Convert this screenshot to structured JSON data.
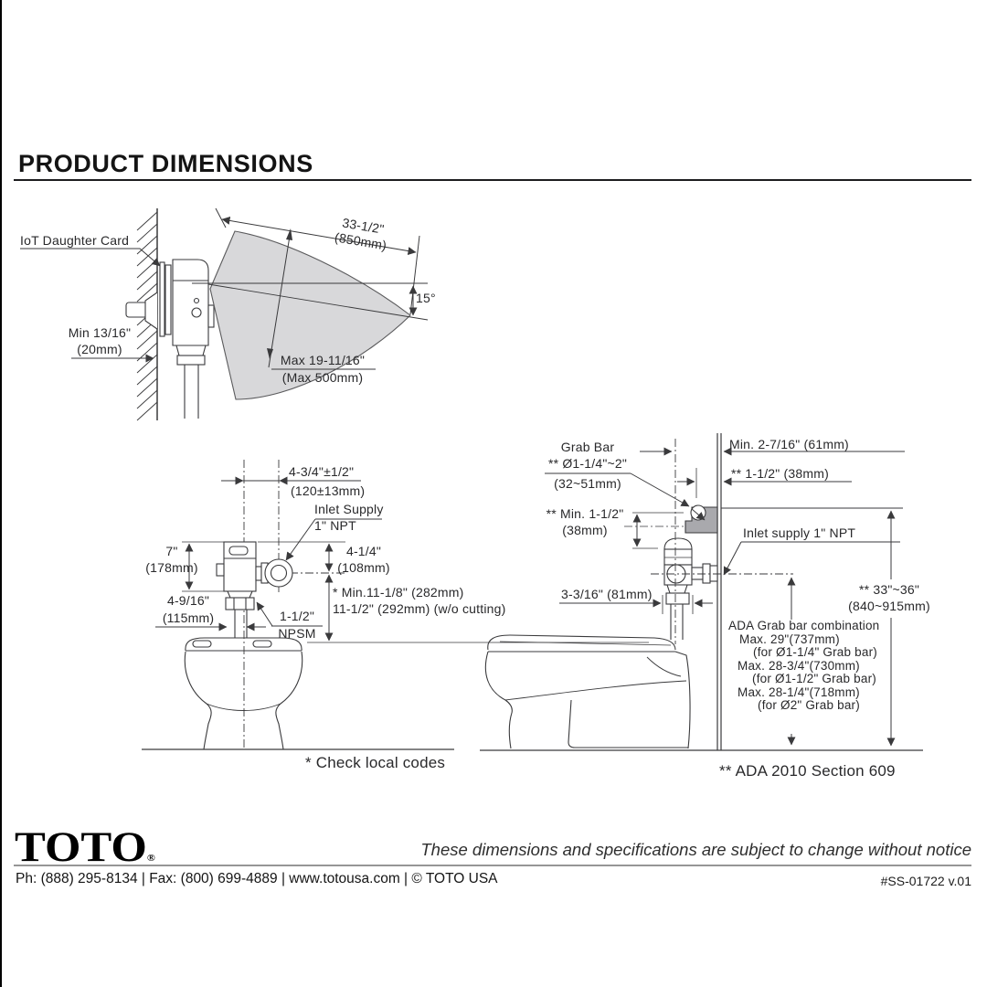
{
  "page": {
    "title": "PRODUCT DIMENSIONS"
  },
  "colors": {
    "line": "#3a3a3c",
    "beam_fill": "#d8d8da",
    "grabbar_fill": "#a9a9ad",
    "rule_gray": "#969696"
  },
  "sensor": {
    "iot_label": "IoT Daughter Card",
    "beam_length_l1": "33-1/2\"",
    "beam_length_l2": "(850mm)",
    "angle": "15°",
    "wall_offset_l1": "Min 13/16\"",
    "wall_offset_l2": "(20mm)",
    "beam_width_l1": "Max 19-11/16\"",
    "beam_width_l2": "(Max 500mm)"
  },
  "front": {
    "offset_l1": "4-3/4\"±1/2\"",
    "offset_l2": "(120±13mm)",
    "inlet_l1": "Inlet Supply",
    "inlet_l2": "1\" NPT",
    "height_l1": "7\"",
    "height_l2": "(178mm)",
    "drop_l1": "4-1/4\"",
    "drop_l2": "(108mm)",
    "min_l1": "* Min.11-1/8\" (282mm)",
    "min_l2": "11-1/2\" (292mm) (w/o cutting)",
    "width_l1": "4-9/16\"",
    "width_l2": "(115mm)",
    "spud_l1": "1-1/2\"",
    "spud_l2": "NPSM",
    "note": "* Check local codes"
  },
  "side": {
    "grabbar_l1": "Grab Bar",
    "grabbar_l2": "** Ø1-1/4\"~2\"",
    "grabbar_l3": "(32~51mm)",
    "min_wall": "Min. 2-7/16\" (61mm)",
    "wall_offset": "** 1-1/2\" (38mm)",
    "clearance_l1": "** Min. 1-1/2\"",
    "clearance_l2": "(38mm)",
    "inlet": "Inlet supply 1\" NPT",
    "valve_depth": "3-3/16\" (81mm)",
    "height_l1": "** 33\"~36\"",
    "height_l2": "(840~915mm)",
    "ada_l1": "ADA Grab bar combination",
    "ada_l2": "Max. 29\"(737mm)",
    "ada_l3": "(for Ø1-1/4\" Grab bar)",
    "ada_l4": "Max. 28-3/4\"(730mm)",
    "ada_l5": "(for Ø1-1/2\" Grab bar)",
    "ada_l6": "Max. 28-1/4\"(718mm)",
    "ada_l7": "(for Ø2\" Grab bar)",
    "note": "** ADA 2010 Section 609"
  },
  "footer": {
    "logo": "TOTO",
    "logo_reg": "®",
    "disclaimer": "These dimensions and specifications are subject to change without notice",
    "contact": "Ph: (888) 295-8134 | Fax: (800) 699-4889 | www.totousa.com | © TOTO USA",
    "doc_number": "#SS-01722 v.01"
  }
}
